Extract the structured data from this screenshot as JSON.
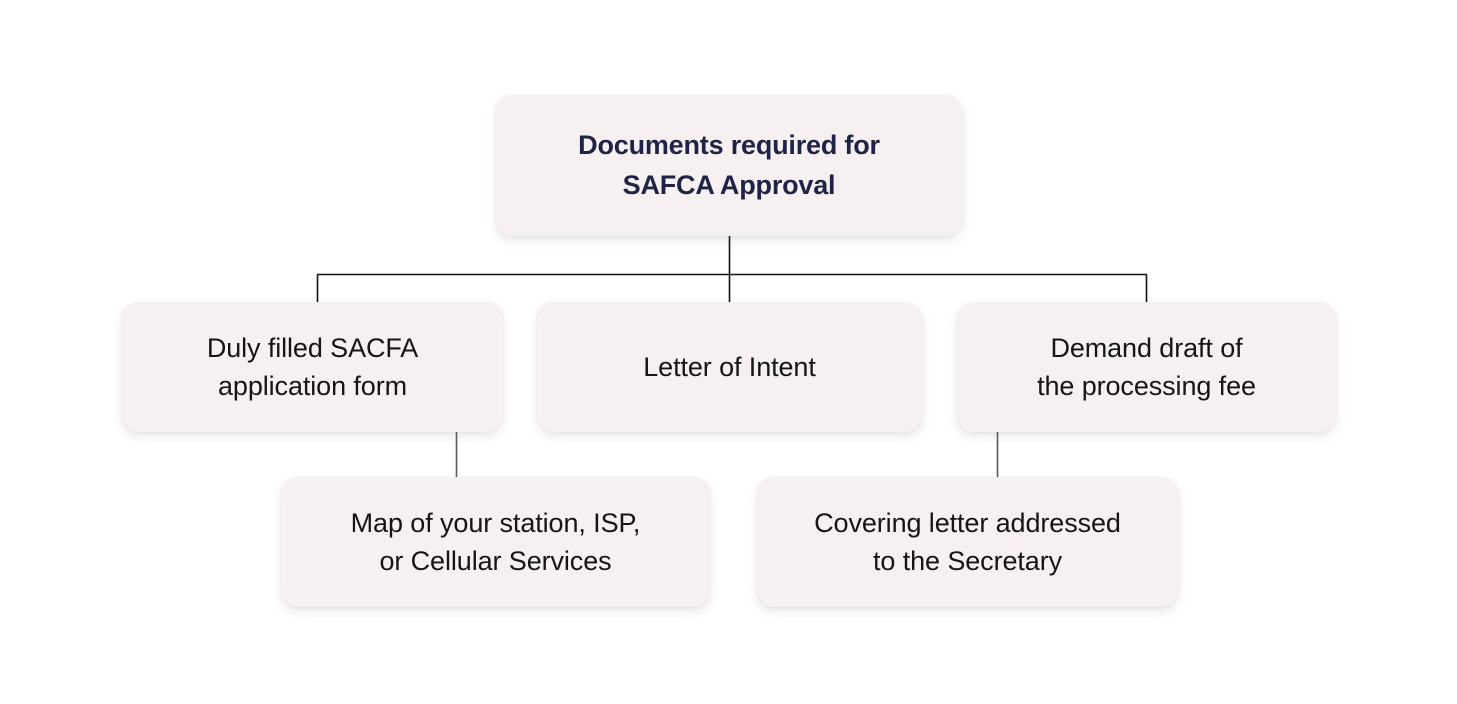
{
  "diagram": {
    "type": "tree-flowchart",
    "background_color": "#ffffff",
    "node_fill_color": "#f6f1f0",
    "root_text_color": "#1f2347",
    "node_text_color": "#151515",
    "connector_color": "#111111",
    "sub_connector_color": "#5a5a5a",
    "root": {
      "label": "Documents required for\nSAFCA Approval"
    },
    "level2": [
      {
        "label": "Duly filled SACFA\napplication form"
      },
      {
        "label": "Letter of Intent"
      },
      {
        "label": "Demand draft of\nthe processing fee"
      }
    ],
    "level3": [
      {
        "label": "Map of your station, ISP,\nor Cellular Services"
      },
      {
        "label": "Covering letter addressed\nto the Secretary"
      }
    ]
  }
}
